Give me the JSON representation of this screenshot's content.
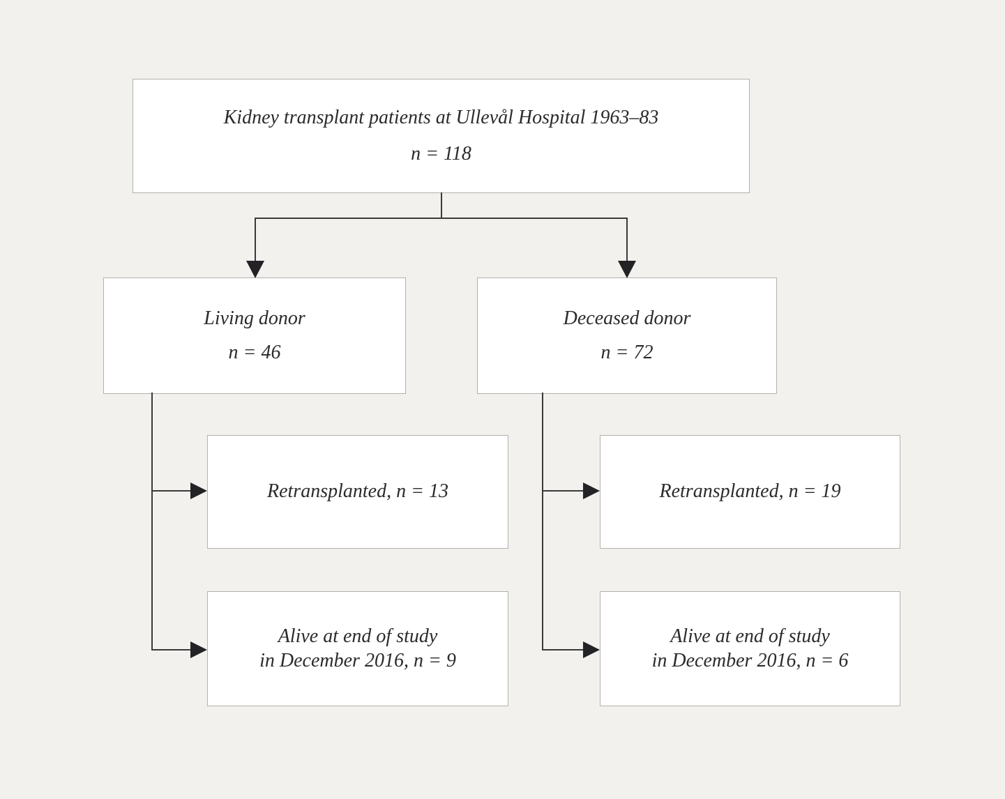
{
  "colors": {
    "background": "#f2f1ee",
    "box_fill": "#ffffff",
    "box_border": "#b3b1ae",
    "connector": "#3a393b",
    "arrowhead": "#232325",
    "text": "#2b2a2c"
  },
  "nodes": {
    "root": {
      "title": "Kidney transplant patients at Ullevål Hospital 1963–83",
      "count": "n = 118"
    },
    "living": {
      "title": "Living donor",
      "count": "n = 46"
    },
    "deceased": {
      "title": "Deceased donor",
      "count": "n = 72"
    },
    "living_retransplanted": {
      "label": "Retransplanted, n = 13"
    },
    "deceased_retransplanted": {
      "label": "Retransplanted, n = 19"
    },
    "living_alive": {
      "line1": "Alive at end of study",
      "line2": "in December 2016, n = 9"
    },
    "deceased_alive": {
      "line1": "Alive at end of study",
      "line2": "in December 2016, n = 6"
    }
  }
}
